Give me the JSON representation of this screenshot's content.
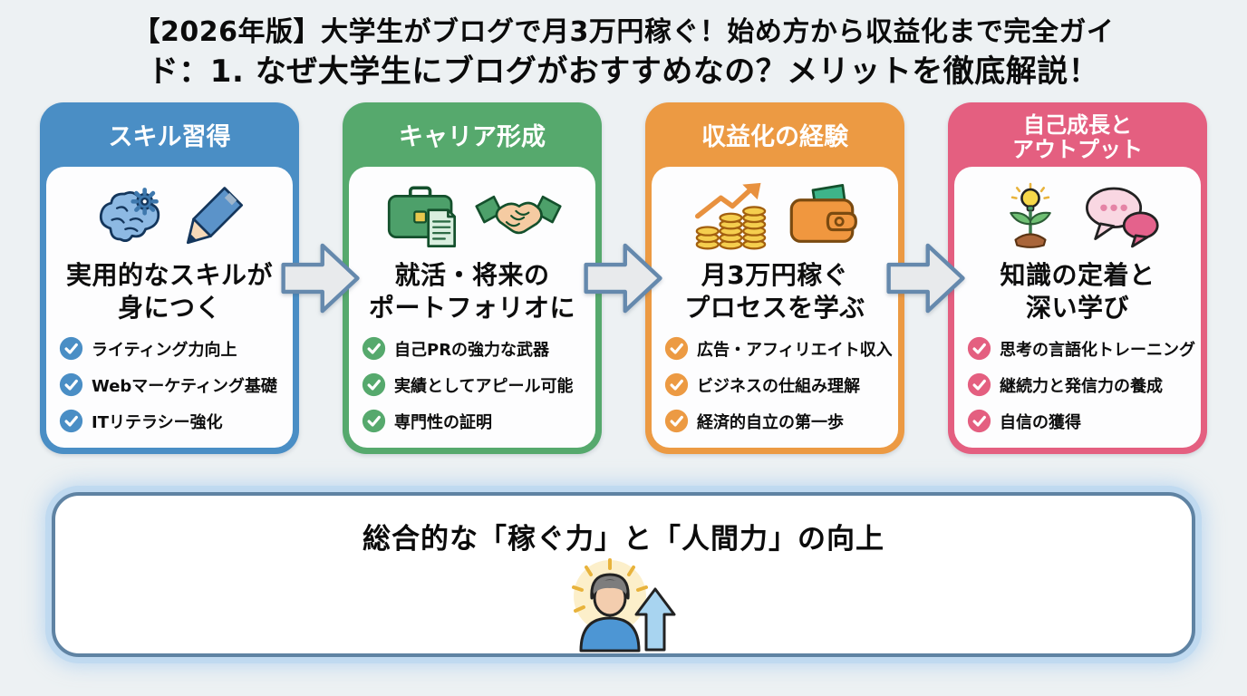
{
  "page": {
    "background_color": "#edf1f3",
    "title_line1": "【2026年版】大学生がブログで月3万円稼ぐ！始め方から収益化まで完全ガイ",
    "title_line2": "ド：1. なぜ大学生にブログがおすすめなの？メリットを徹底解説！"
  },
  "cards": [
    {
      "header_lines": [
        "スキル習得"
      ],
      "theme_color": "#4a8ec5",
      "icons": [
        "brain-gear-icon",
        "pencil-icon"
      ],
      "main_lines": [
        "実用的なスキルが",
        "身につく"
      ],
      "checklist": [
        "ライティング力向上",
        "Webマーケティング基礎",
        "ITリテラシー強化"
      ]
    },
    {
      "header_lines": [
        "キャリア形成"
      ],
      "theme_color": "#56a96d",
      "icons": [
        "briefcase-icon",
        "handshake-icon"
      ],
      "main_lines": [
        "就活・将来の",
        "ポートフォリオに"
      ],
      "checklist": [
        "自己PRの強力な武器",
        "実績としてアピール可能",
        "専門性の証明"
      ]
    },
    {
      "header_lines": [
        "収益化の経験"
      ],
      "theme_color": "#ec9a43",
      "icons": [
        "coins-growth-icon",
        "wallet-icon"
      ],
      "main_lines": [
        "月3万円稼ぐ",
        "プロセスを学ぶ"
      ],
      "checklist": [
        "広告・アフィリエイト収入",
        "ビジネスの仕組み理解",
        "経済的自立の第一歩"
      ]
    },
    {
      "header_lines": [
        "自己成長と",
        "アウトプット"
      ],
      "theme_color": "#e45f80",
      "icons": [
        "plant-bulb-icon",
        "chat-bubbles-icon"
      ],
      "main_lines": [
        "知識の定着と",
        "深い学び"
      ],
      "checklist": [
        "思考の言語化トレーニング",
        "継続力と発信力の養成",
        "自信の獲得"
      ]
    }
  ],
  "flow_arrow": {
    "fill_color": "#e8eaec",
    "border_color": "#6589ad"
  },
  "summary": {
    "title": "総合的な「稼ぐ力」と「人間力」の向上",
    "icon": "person-growth-icon",
    "border_color": "#5f83a3",
    "glow_color": "#bdd8f0"
  }
}
